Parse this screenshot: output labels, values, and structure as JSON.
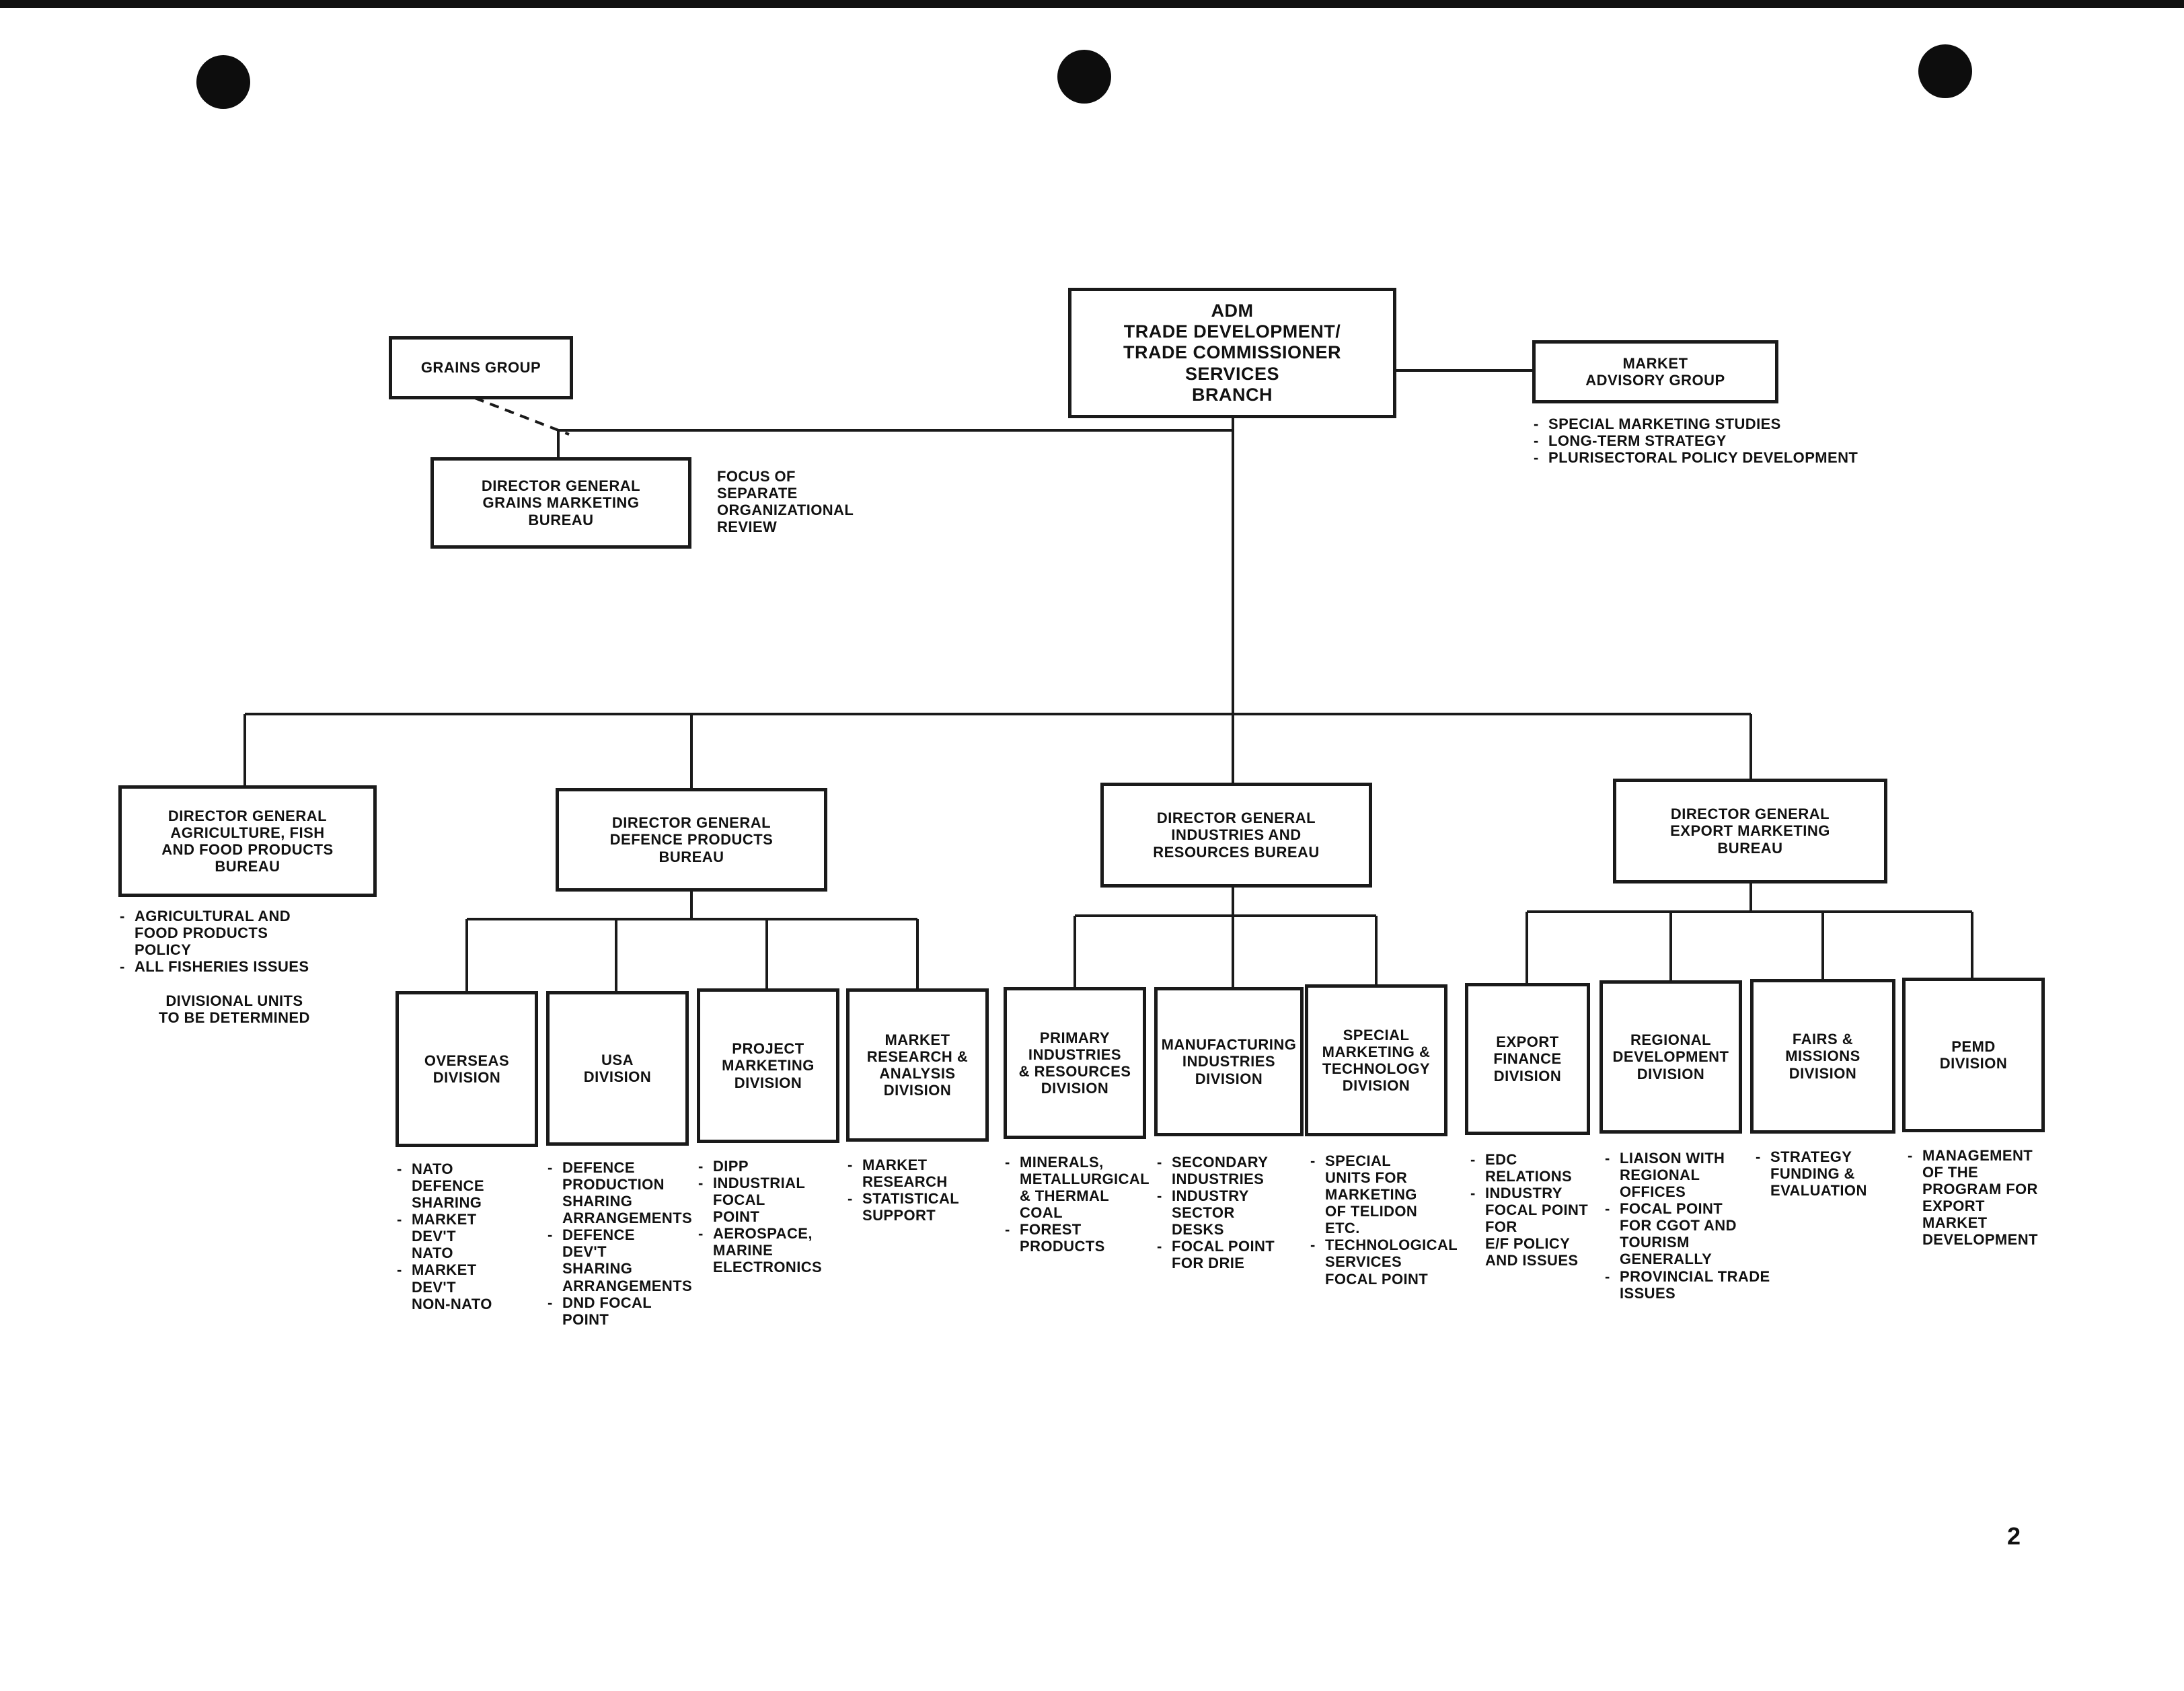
{
  "adm": "ADM\nTRADE DEVELOPMENT/\nTRADE COMMISSIONER SERVICES\nBRANCH",
  "grains_group": "GRAINS GROUP",
  "grains_bureau": "DIRECTOR GENERAL\nGRAINS MARKETING\nBUREAU",
  "focus_note": "FOCUS OF\nSEPARATE\nORGANIZATIONAL\nREVIEW",
  "market_advisory": {
    "title": "MARKET\nADVISORY GROUP",
    "items": [
      "SPECIAL MARKETING STUDIES",
      "LONG-TERM STRATEGY",
      "PLURISECTORAL POLICY DEVELOPMENT"
    ]
  },
  "bureaus": {
    "agriculture": {
      "title": "DIRECTOR GENERAL\nAGRICULTURE, FISH\nAND FOOD PRODUCTS\nBUREAU",
      "items": [
        "AGRICULTURAL AND\nFOOD PRODUCTS\nPOLICY",
        "ALL FISHERIES ISSUES"
      ],
      "note": "DIVISIONAL UNITS\nTO BE DETERMINED"
    },
    "defence": {
      "title": "DIRECTOR GENERAL\nDEFENCE PRODUCTS\nBUREAU"
    },
    "industries": {
      "title": "DIRECTOR GENERAL\nINDUSTRIES AND\nRESOURCES BUREAU"
    },
    "export": {
      "title": "DIRECTOR GENERAL\nEXPORT MARKETING\nBUREAU"
    }
  },
  "divisions": {
    "overseas": {
      "title": "OVERSEAS\nDIVISION",
      "items": [
        "NATO\nDEFENCE\nSHARING",
        "MARKET\nDEV'T\nNATO",
        "MARKET\nDEV'T\nNON-NATO"
      ]
    },
    "usa": {
      "title": "USA\nDIVISION",
      "items": [
        "DEFENCE\nPRODUCTION\nSHARING\nARRANGEMENTS",
        "DEFENCE\nDEV'T\nSHARING\nARRANGEMENTS",
        "DND FOCAL\nPOINT"
      ]
    },
    "project": {
      "title": "PROJECT\nMARKETING\nDIVISION",
      "items": [
        "DIPP",
        "INDUSTRIAL\nFOCAL\nPOINT",
        "AEROSPACE,\nMARINE\nELECTRONICS"
      ]
    },
    "research": {
      "title": "MARKET\nRESEARCH &\nANALYSIS\nDIVISION",
      "items": [
        "MARKET\nRESEARCH",
        "STATISTICAL\nSUPPORT"
      ]
    },
    "primary": {
      "title": "PRIMARY\nINDUSTRIES\n& RESOURCES\nDIVISION",
      "items": [
        "MINERALS,\nMETALLURGICAL\n& THERMAL\nCOAL",
        "FOREST\nPRODUCTS"
      ]
    },
    "manufacturing": {
      "title": "MANUFACTURING\nINDUSTRIES\nDIVISION",
      "items": [
        "SECONDARY\nINDUSTRIES",
        "INDUSTRY\nSECTOR\nDESKS",
        "FOCAL POINT\nFOR DRIE"
      ]
    },
    "special": {
      "title": "SPECIAL\nMARKETING &\nTECHNOLOGY\nDIVISION",
      "items": [
        "SPECIAL\nUNITS FOR\nMARKETING\nOF TELIDON\nETC.",
        "TECHNOLOGICAL\nSERVICES\nFOCAL POINT"
      ]
    },
    "finance": {
      "title": "EXPORT\nFINANCE\nDIVISION",
      "items": [
        "EDC\nRELATIONS",
        "INDUSTRY\nFOCAL POINT\nFOR\nE/F POLICY\nAND ISSUES"
      ]
    },
    "regional": {
      "title": "REGIONAL\nDEVELOPMENT\nDIVISION",
      "items": [
        "LIAISON WITH\nREGIONAL\nOFFICES",
        "FOCAL POINT\nFOR CGOT AND\nTOURISM\nGENERALLY",
        "PROVINCIAL TRADE\nISSUES"
      ]
    },
    "fairs": {
      "title": "FAIRS &\nMISSIONS\nDIVISION",
      "items": [
        "STRATEGY\nFUNDING &\nEVALUATION"
      ]
    },
    "pemd": {
      "title": "PEMD\nDIVISION",
      "items": [
        "MANAGEMENT\nOF THE\nPROGRAM FOR\nEXPORT\nMARKET\nDEVELOPMENT"
      ]
    }
  },
  "page_number": "2"
}
